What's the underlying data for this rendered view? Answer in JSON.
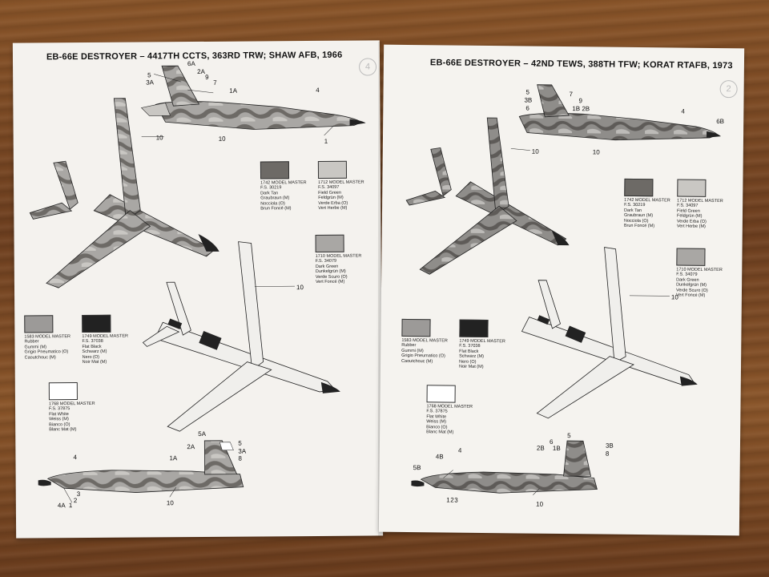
{
  "left": {
    "title": "EB-66E DESTROYER – 4417TH CCTS, 363RD TRW; SHAW AFB, 1966",
    "page_number": "4",
    "callouts_side_top": [
      "6A",
      "2A",
      "5",
      "3A",
      "9",
      "7",
      "1A",
      "4",
      "10",
      "1"
    ],
    "callouts_top_view": [
      "10"
    ],
    "callouts_bottom_view": [
      "10"
    ],
    "callouts_side_bottom": [
      "5A",
      "2A",
      "5",
      "3A",
      "8",
      "1A",
      "4",
      "4A",
      "1",
      "2",
      "3",
      "10"
    ],
    "swatches": [
      {
        "code": "1742 MODEL MASTER",
        "fs": "F.S. 30219",
        "names": [
          "Dark Tan",
          "Graubraun (M)",
          "Nocciola (O)",
          "Brun Foncé (M)"
        ],
        "color": "#6d6a66"
      },
      {
        "code": "1712 MODEL MASTER",
        "fs": "F.S. 34097",
        "names": [
          "Field Green",
          "Feldgrün (M)",
          "Verde Erba (O)",
          "Vert Herbe (M)"
        ],
        "color": "#c9c7c3"
      },
      {
        "code": "1710 MODEL MASTER",
        "fs": "F.S. 34079",
        "names": [
          "Dark Green",
          "Dunkelgrün (M)",
          "Verde Scuro (O)",
          "Vert Foncé (M)"
        ],
        "color": "#a9a7a4"
      },
      {
        "code": "1583 MODEL MASTER",
        "fs": "",
        "names": [
          "Rubber",
          "Gummi (M)",
          "Grigio Pneumatico (O)",
          "Caoutchouc (M)"
        ],
        "color": "#9c9a98"
      },
      {
        "code": "1749 MODEL MASTER",
        "fs": "F.S. 37038",
        "names": [
          "Flat Black",
          "Schwarz (M)",
          "Nero (O)",
          "Noir Mat (M)"
        ],
        "color": "#222222"
      },
      {
        "code": "1768 MODEL MASTER",
        "fs": "F.S. 37875",
        "names": [
          "Flat White",
          "Weiss (M)",
          "Bianco (O)",
          "Blanc Mat (M)"
        ],
        "color": "#ffffff"
      }
    ]
  },
  "right": {
    "title": "EB-66E DESTROYER – 42ND TEWS, 388TH TFW; KORAT RTAFB, 1973",
    "page_number": "2",
    "callouts_side_top": [
      "5",
      "3B",
      "6",
      "7",
      "9",
      "1B",
      "2B",
      "4",
      "6B",
      "10"
    ],
    "callouts_top_view": [
      "10"
    ],
    "callouts_bottom_view": [
      "10"
    ],
    "callouts_side_bottom": [
      "5",
      "6",
      "1B",
      "2B",
      "3B",
      "8",
      "4",
      "4B",
      "5B",
      "1",
      "2",
      "3",
      "10"
    ],
    "swatches": [
      {
        "code": "1742 MODEL MASTER",
        "fs": "F.S. 30219",
        "names": [
          "Dark Tan",
          "Graubraun (M)",
          "Nocciola (O)",
          "Brun Foncé (M)"
        ],
        "color": "#6d6a66"
      },
      {
        "code": "1712 MODEL MASTER",
        "fs": "F.S. 34097",
        "names": [
          "Field Green",
          "Feldgrün (M)",
          "Verde Erba (O)",
          "Vert Herbe (M)"
        ],
        "color": "#c9c7c3"
      },
      {
        "code": "1710 MODEL MASTER",
        "fs": "F.S. 34079",
        "names": [
          "Dark Green",
          "Dunkelgrün (M)",
          "Verde Scuro (O)",
          "Vert Foncé (M)"
        ],
        "color": "#a9a7a4"
      },
      {
        "code": "1583 MODEL MASTER",
        "fs": "",
        "names": [
          "Rubber",
          "Gummi (M)",
          "Grigio Pneumatico (O)",
          "Caoutchouc (M)"
        ],
        "color": "#9c9a98"
      },
      {
        "code": "1749 MODEL MASTER",
        "fs": "F.S. 37038",
        "names": [
          "Flat Black",
          "Schwarz (M)",
          "Nero (O)",
          "Noir Mat (M)"
        ],
        "color": "#222222"
      },
      {
        "code": "1768 MODEL MASTER",
        "fs": "F.S. 37875",
        "names": [
          "Flat White",
          "Weiss (M)",
          "Bianco (O)",
          "Blanc Mat (M)"
        ],
        "color": "#ffffff"
      }
    ]
  }
}
